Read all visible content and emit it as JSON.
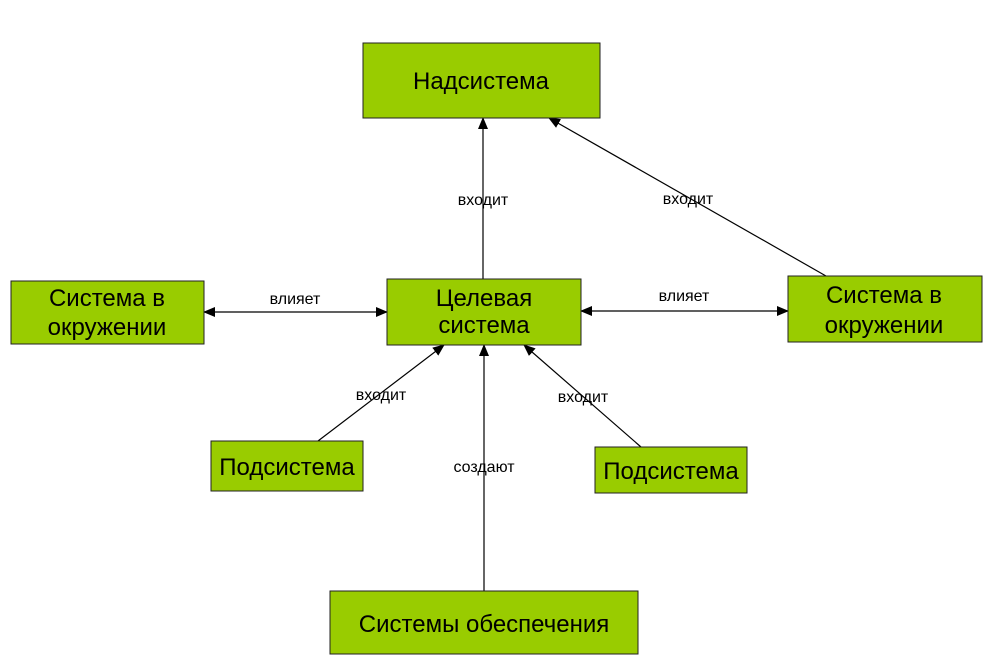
{
  "colors": {
    "node_fill": "#99cc00",
    "node_border": "#222222",
    "edge": "#000000",
    "background": "#ffffff"
  },
  "nodes": {
    "supersystem": {
      "lines": [
        "Надсистема"
      ]
    },
    "target_system": {
      "lines": [
        "Целевая",
        "система"
      ]
    },
    "environment_left": {
      "lines": [
        "Система в",
        "окружении"
      ]
    },
    "environment_right": {
      "lines": [
        "Система в",
        "окружении"
      ]
    },
    "subsystem_left": {
      "lines": [
        "Подсистема"
      ]
    },
    "subsystem_right": {
      "lines": [
        "Подсистема"
      ]
    },
    "support_systems": {
      "lines": [
        "Системы обеспечения"
      ]
    }
  },
  "edges": {
    "target_to_super": {
      "label": "входит",
      "arrow": "end"
    },
    "env_right_to_super": {
      "label": "входит",
      "arrow": "end"
    },
    "target_env_left": {
      "label": "влияет",
      "arrow": "both"
    },
    "target_env_right": {
      "label": "влияет",
      "arrow": "both"
    },
    "sub_left_to_target": {
      "label": "входит",
      "arrow": "end"
    },
    "sub_right_to_target": {
      "label": "входит",
      "arrow": "end"
    },
    "support_to_target": {
      "label": "создают",
      "arrow": "end"
    }
  }
}
